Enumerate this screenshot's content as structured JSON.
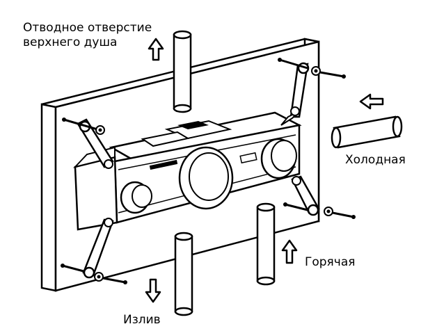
{
  "labels": {
    "top_shower_line1": "Отводное отверстие",
    "top_shower_line2": "верхнего душа",
    "cold": "Холодная",
    "hot": "Горячая",
    "spout": "Излив"
  },
  "colors": {
    "ink": "#000000",
    "paper": "#ffffff",
    "shade": "#d8d8d8"
  },
  "icons": {
    "flow_arrow": "hollow-arrow",
    "pipe": "cylinder",
    "bracket": "mounting-bracket",
    "screw": "screw"
  }
}
